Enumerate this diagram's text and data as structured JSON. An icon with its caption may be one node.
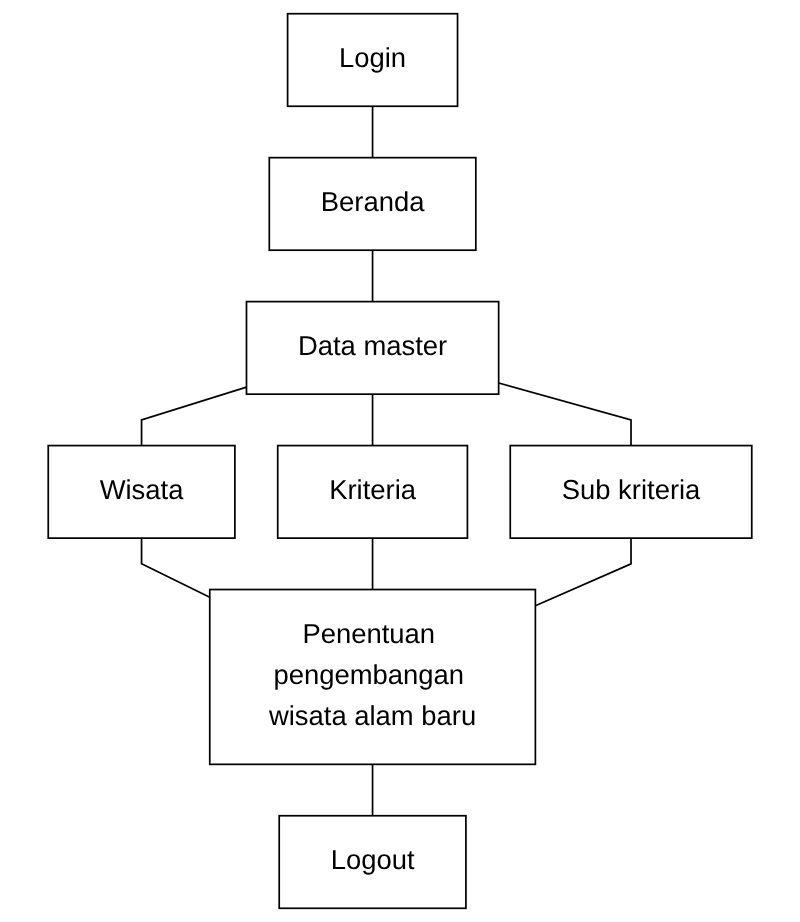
{
  "diagram": {
    "nodes": [
      {
        "text": [
          "Login"
        ]
      },
      {
        "text": [
          "Beranda"
        ]
      },
      {
        "text": [
          "Data master"
        ]
      },
      {
        "text": [
          "Wisata"
        ]
      },
      {
        "text": [
          "Kriteria"
        ]
      },
      {
        "text": [
          "Sub kriteria"
        ]
      },
      {
        "text": [
          "Penentuan pengembangan wisata alam baru"
        ]
      },
      {
        "text": [
          "Logout"
        ]
      }
    ],
    "edges": [
      {
        "from": 0,
        "to": 1,
        "arrow": "none"
      },
      {
        "from": 1,
        "to": 2,
        "arrow": "none"
      },
      {
        "from": 2,
        "to": 3,
        "arrow": "none"
      },
      {
        "from": 2,
        "to": 4,
        "arrow": "none"
      },
      {
        "from": 2,
        "to": 5,
        "arrow": "none"
      },
      {
        "from": 3,
        "to": 6,
        "arrow": "none"
      },
      {
        "from": 4,
        "to": 6,
        "arrow": "none"
      },
      {
        "from": 5,
        "to": 6,
        "arrow": "none"
      },
      {
        "from": 6,
        "to": 7,
        "arrow": "none"
      }
    ]
  }
}
